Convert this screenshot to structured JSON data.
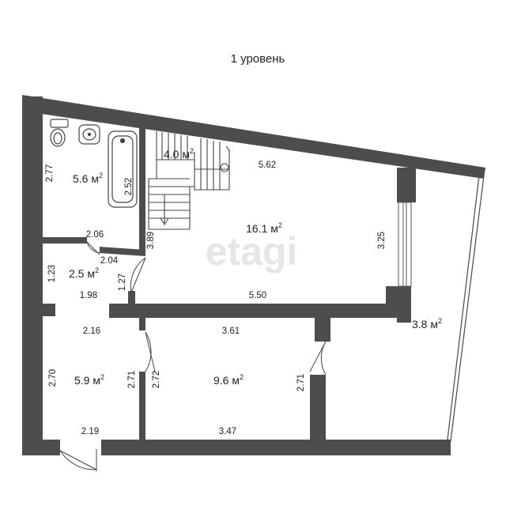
{
  "title": "1 уровень",
  "watermark": "etagi",
  "colors": {
    "wall": "#4d4d4d",
    "background": "#ffffff",
    "line": "#555555",
    "watermark": "#e6e6e6"
  },
  "rooms": [
    {
      "id": "bathroom",
      "area": "5.6 м",
      "sup": "2"
    },
    {
      "id": "stairwell",
      "area": "4.0 м",
      "sup": "2"
    },
    {
      "id": "living",
      "area": "16.1 м",
      "sup": "2"
    },
    {
      "id": "hall",
      "area": "2.5 м",
      "sup": "2"
    },
    {
      "id": "entry",
      "area": "5.9 м",
      "sup": "2"
    },
    {
      "id": "room",
      "area": "9.6 м",
      "sup": "2"
    },
    {
      "id": "balcony",
      "area": "3.8 м",
      "sup": "2"
    }
  ],
  "dimensions": {
    "bath_height": "2.77",
    "bath_tub": "2.52",
    "bath_width": "2.06",
    "stair_top": "5.62",
    "living_height": "3.89",
    "living_right": "3.25",
    "living_bottom": "5.50",
    "hall_height": "1.23",
    "hall_top": "2.04",
    "hall_door": "1.27",
    "hall_bottom": "1.98",
    "entry_top": "2.16",
    "entry_height": "2.70",
    "entry_right": "2.71",
    "entry_bottom": "2.19",
    "room_left": "2.72",
    "room_top": "3.61",
    "room_right": "2.71",
    "room_bottom": "3.47"
  },
  "icons": [
    "toilet-icon",
    "sink-icon",
    "bathtub-icon",
    "staircase-icon",
    "window-icon",
    "door-swing-icon"
  ]
}
